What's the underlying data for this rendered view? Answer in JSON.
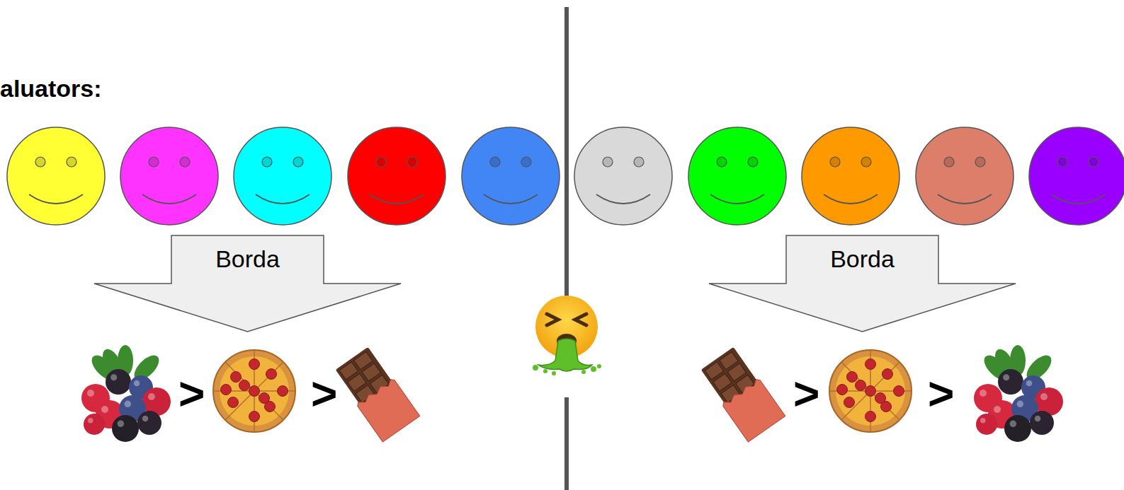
{
  "diagram": {
    "nodes": [
      {
        "text": [
          "Borda"
        ]
      },
      {
        "text": [
          "Borda"
        ]
      }
    ],
    "labels": [
      "aluators:",
      ">",
      ">",
      ">",
      ">"
    ]
  }
}
